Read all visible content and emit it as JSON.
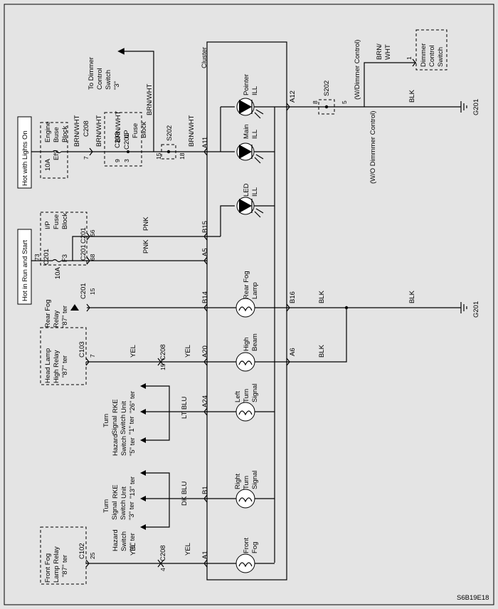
{
  "diagram_id": "S6B19E18",
  "cluster_label": "Cluster",
  "power": {
    "lights_on": "Hot with Lights On",
    "run_start": "Hot in Run and Start"
  },
  "engine_fuse_block": {
    "lines": [
      "Engine",
      "Buse",
      "Block"
    ],
    "fuse_amp": "10A",
    "fuse_name": "Ef9",
    "conn": "C208",
    "pin": "7"
  },
  "ip_fuse_block_top": {
    "lines": [
      "I/P",
      "Fuse",
      "Block"
    ],
    "conn1": "C203",
    "pin1": "9",
    "conn2": "C201",
    "pin2": "3"
  },
  "ip_fuse_block_run": {
    "lines": [
      "I/P",
      "Fuse",
      "Block"
    ],
    "conn": "C201",
    "pin_top": "73",
    "fuse_amp": "10A",
    "fuse_name": "F3",
    "out_conn1": "C201",
    "out_pin1": "56",
    "out_conn2": "C201",
    "out_pin2": "68"
  },
  "to_dimmer": [
    "To Dimmer",
    "Control",
    "Switch",
    "\"3\""
  ],
  "splice_top": {
    "name": "S202",
    "pin_in": "15",
    "pin_out": "18"
  },
  "splice_right": {
    "name": "S202",
    "pin_in": "8",
    "pin_out": "5"
  },
  "w_dimmer": "(W/Dimmer Control)",
  "wo_dimmer": "(W/O Dimmmer Control)",
  "dimmer_switch": {
    "lines": [
      "Dimmer",
      "Control",
      "Switch"
    ],
    "pin": "1"
  },
  "wires": {
    "brn_wht": "BRN/WHT",
    "brn_slash": "BRN/",
    "wht": "WHT",
    "pnk": "PNK",
    "blk": "BLK",
    "yel": "YEL",
    "lt_blu": "LT BLU",
    "dk_blu": "DK BLU"
  },
  "ground": "G201",
  "cluster_pins": {
    "a11": "A11",
    "b15": "B15",
    "a5": "A5",
    "b14": "B14",
    "a20": "A20",
    "a24": "A24",
    "b1": "B1",
    "a1": "A1",
    "a12": "A12",
    "b16": "B16",
    "a6": "A6"
  },
  "lamps": {
    "pointer": [
      "Pointer",
      "ILL"
    ],
    "main": [
      "Main",
      "ILL"
    ],
    "led": [
      "LED",
      "ILL"
    ],
    "rear_fog": [
      "Rear Fog",
      "Lamp"
    ],
    "high_beam": [
      "High",
      "Beam"
    ],
    "left_turn": [
      "Left",
      "Turn",
      "Signal"
    ],
    "right_turn": [
      "Right",
      "Turn",
      "Signal"
    ],
    "front_fog": [
      "Front",
      "Fog"
    ]
  },
  "rear_fog_relay": {
    "lines": [
      "Rear Fog",
      "Relay",
      "\"87\" ter"
    ],
    "conn": "C201",
    "pin": "15"
  },
  "head_lamp_relay": {
    "lines": [
      "Head Lamp",
      "High Relay",
      "\"87\" ter"
    ],
    "conn": "C103",
    "pin": "7"
  },
  "front_fog_relay": {
    "lines": [
      "Front Fog",
      "Lamp Relay",
      "\"87\" ter"
    ],
    "conn": "C102",
    "pin": "25"
  },
  "c208_yel_high": {
    "conn": "C208",
    "pin": "15"
  },
  "c208_yel_front": {
    "conn": "C208",
    "pin": "4"
  },
  "sources_left": {
    "rke": [
      "RKE",
      "Unit",
      "\"26\" ter"
    ],
    "turn": [
      "Turn",
      "Signal",
      "Switch",
      "\"1\" ter"
    ],
    "hazard": [
      "Hazard",
      "Switch",
      "\"5\" ter"
    ]
  },
  "sources_right": {
    "rke": [
      "RKE",
      "Unit",
      "\"13\" ter"
    ],
    "turn": [
      "Turn",
      "Signal",
      "Switch",
      "\"3\" ter"
    ],
    "hazard": [
      "Hazard",
      "Switch",
      "\"6\" ter"
    ]
  }
}
